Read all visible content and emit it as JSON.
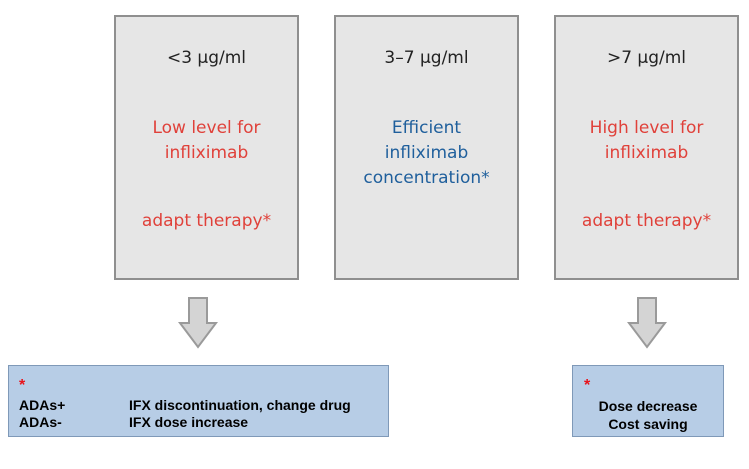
{
  "boxes": [
    {
      "range": "<3 µg/ml",
      "status_lines": [
        "Low level for",
        "infliximab"
      ],
      "action": "adapt therapy*",
      "status_color": "#e0413a",
      "action_color": "#e0413a"
    },
    {
      "range": "3–7 µg/ml",
      "status_lines": [
        "Efficient",
        "infliximab",
        "concentration*"
      ],
      "action": "",
      "status_color": "#1f5f9c",
      "action_color": ""
    },
    {
      "range": ">7 µg/ml",
      "status_lines": [
        "High level for",
        "infliximab"
      ],
      "action": "adapt therapy*",
      "status_color": "#e0413a",
      "action_color": "#e0413a"
    }
  ],
  "notes": {
    "left": {
      "star": "*",
      "rows": [
        {
          "label": "ADAs+",
          "text": "IFX discontinuation, change drug"
        },
        {
          "label": "ADAs-",
          "text": "IFX dose increase"
        }
      ]
    },
    "right": {
      "star": "*",
      "lines": [
        "Dose decrease",
        "Cost saving"
      ]
    }
  },
  "colors": {
    "box_fill": "#e6e6e6",
    "box_border": "#8f8f8f",
    "note_fill": "#b7cde6",
    "star": "#e8131b"
  }
}
